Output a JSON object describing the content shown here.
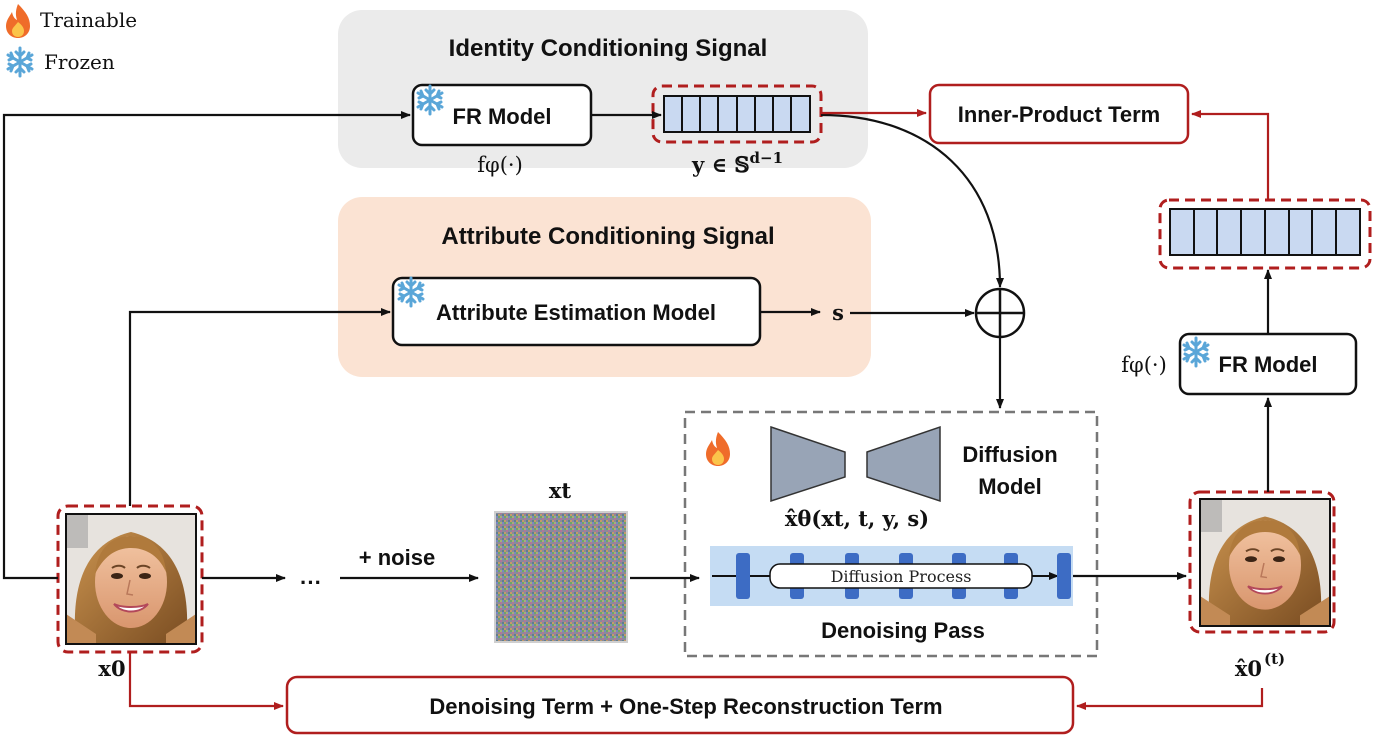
{
  "legend": {
    "trainable": "Trainable",
    "frozen": "Frozen"
  },
  "identity_panel": {
    "title": "Identity Conditioning Signal",
    "fr_model": "FR Model",
    "fr_func": "fφ(·)",
    "embedding_label": "y ∈ 𝕊",
    "embedding_sup": "d−1"
  },
  "attribute_panel": {
    "title": "Attribute Conditioning Signal",
    "model": "Attribute Estimation Model",
    "output": "s"
  },
  "inner_product": "Inner-Product Term",
  "right_fr": {
    "label": "FR Model",
    "func": "fφ(·)"
  },
  "diffusion": {
    "title_line1": "Diffusion",
    "title_line2": "Model",
    "formula": "x̂θ(xt, t, y, s)",
    "process": "Diffusion Process",
    "pass": "Denoising Pass"
  },
  "noise": {
    "ellipsis": "···",
    "label": "+ noise",
    "xt": "xt"
  },
  "input_label": "x0",
  "output_label": "x̂0",
  "output_sup": "(t)",
  "loss": "Denoising Term + One-Step Reconstruction Term",
  "colors": {
    "red": "#b01e1e",
    "gray_panel": "#ebebeb",
    "orange_panel": "#fbe3d3",
    "embed_fill": "#c9d9f1",
    "proc_bg": "#c5dcf3",
    "proc_block": "#3d6cc4",
    "unet": "#98a4b6"
  }
}
